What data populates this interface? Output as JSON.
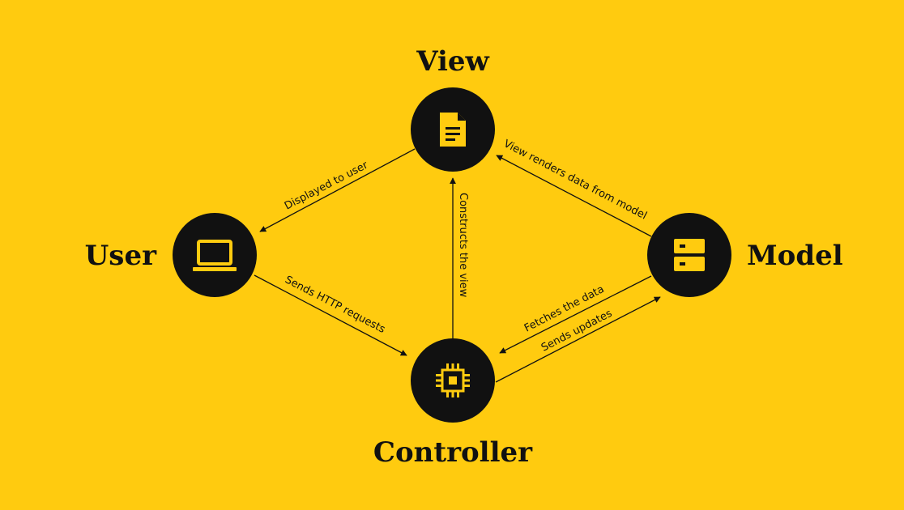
{
  "colors": {
    "background": "#FFCB0F",
    "node_fill": "#111111",
    "icon": "#FFCB0F",
    "text": "#111111"
  },
  "nodes": {
    "view": {
      "label": "View",
      "icon": "document-icon"
    },
    "user": {
      "label": "User",
      "icon": "laptop-icon"
    },
    "model": {
      "label": "Model",
      "icon": "server-icon"
    },
    "controller": {
      "label": "Controller",
      "icon": "chip-icon"
    }
  },
  "edges": {
    "displayed_to_user": "Displayed to user",
    "sends_http_requests": "Sends HTTP requests",
    "constructs_the_view": "Constructs the view",
    "view_renders_data_from_model": "View renders data from model",
    "fetches_the_data": "Fetches the data",
    "sends_updates": "Sends updates"
  }
}
